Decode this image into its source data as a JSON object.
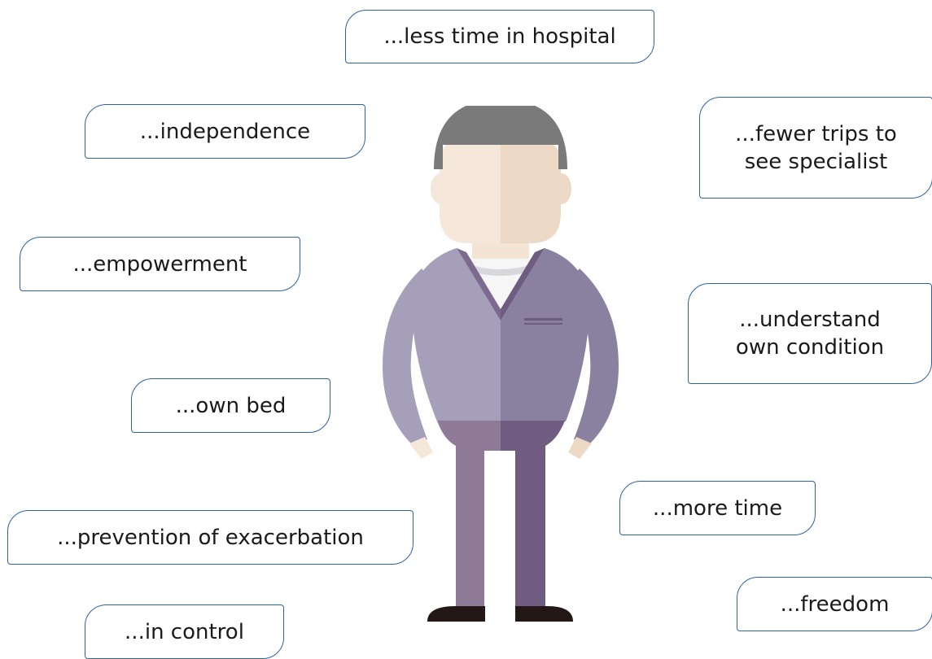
{
  "bubbles": {
    "less_time_in_hospital": "...less time in hospital",
    "independence": "...independence",
    "fewer_trips": "...fewer trips to\nsee specialist",
    "empowerment": "...empowerment",
    "understand_condition": "...understand\nown condition",
    "own_bed": "...own bed",
    "more_time": "...more time",
    "prevention": "...prevention of exacerbation",
    "freedom": "...freedom",
    "in_control": "...in control"
  },
  "colors": {
    "border": "#2b63a6",
    "hair": "#7a7a7a",
    "skin_light": "#f5e8da",
    "skin_shade": "#ecdac7",
    "jacket_light": "#a69fb9",
    "jacket_dark": "#8a81a0",
    "trousers_light": "#8f7b98",
    "trousers_dark": "#705c80",
    "shoe": "#231815"
  }
}
